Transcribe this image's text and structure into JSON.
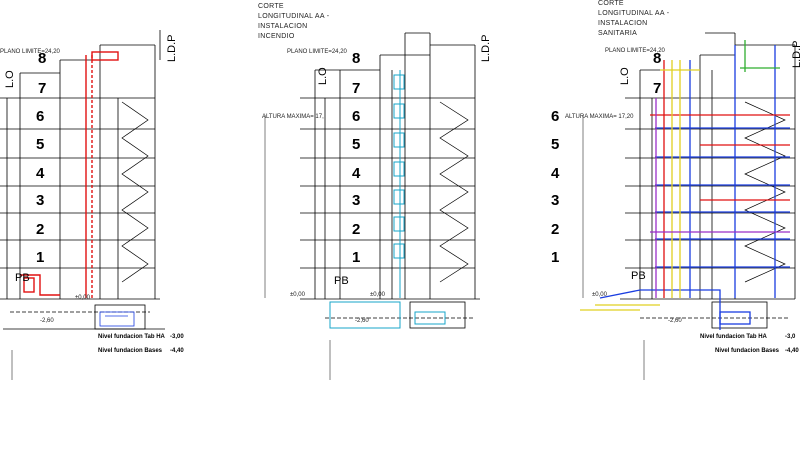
{
  "panels": [
    {
      "id": "left",
      "title_lines": [],
      "plano_limite": "PLANO LIMITE=24,20",
      "altura_maxima": "",
      "ldp": "L.D.P",
      "lo": "L.O",
      "floor_labels": [
        "8",
        "7",
        "6",
        "5",
        "4",
        "3",
        "2",
        "1",
        "PB"
      ],
      "dim_ground": "-2,60",
      "level_tab": "Nivel fundacion Tab HA",
      "level_tab_val": "-3,00",
      "level_bases": "Nivel fundacion Bases",
      "level_bases_val": "-4,40",
      "zero_level": "±0,00",
      "system_color": "#e01010"
    },
    {
      "id": "center",
      "title_lines": [
        "CORTE",
        "LONGITUDINAL AA  -",
        "INSTALACION",
        "INCENDIO"
      ],
      "plano_limite": "PLANO LIMITE=24,20",
      "altura_maxima": "ALTURA MAXIMA= 17,",
      "ldp": "L.D.P",
      "lo": "L.O",
      "floor_labels": [
        "8",
        "7",
        "6",
        "5",
        "4",
        "3",
        "2",
        "1",
        "PB"
      ],
      "dim_ground": "-2,60",
      "level_tab": "",
      "level_tab_val": "",
      "level_bases": "",
      "level_bases_val": "",
      "zero_level": "±0,00",
      "system_color": "#17a6c8"
    },
    {
      "id": "right",
      "title_lines": [
        "CORTE",
        "LONGITUDINAL AA  -",
        "INSTALACION",
        "SANITARIA"
      ],
      "plano_limite": "PLANO LIMITE=24,20",
      "altura_maxima": "ALTURA MAXIMA= 17,20",
      "ldp": "L.D.P",
      "lo": "L.O",
      "floor_labels": [
        "8",
        "7",
        "6",
        "5",
        "4",
        "3",
        "2",
        "1",
        "PB"
      ],
      "dim_ground": "-2,60",
      "level_tab": "Nivel fundacion Tab HA",
      "level_tab_val": "-3,0",
      "level_bases": "Nivel fundacion Bases",
      "level_bases_val": "-4,40",
      "zero_level": "±0,00",
      "system_color": "#1a3de0",
      "secondary_colors": [
        "#e01010",
        "#e0d020",
        "#9a2fc8",
        "#2fae2f"
      ]
    }
  ]
}
